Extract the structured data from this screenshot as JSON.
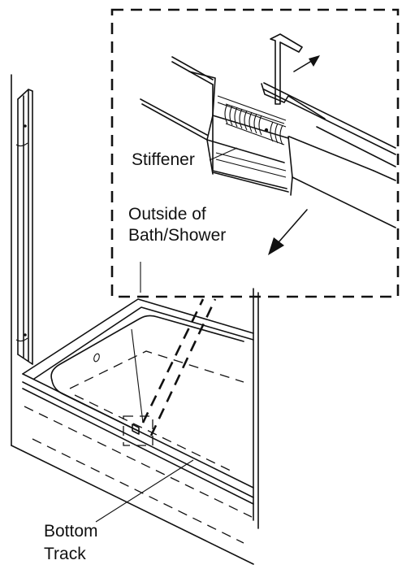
{
  "labels": {
    "stiffener": "Stiffener",
    "outside_line1": "Outside of",
    "outside_line2": "Bath/Shower",
    "bottom_line1": "Bottom",
    "bottom_line2": "Track"
  }
}
